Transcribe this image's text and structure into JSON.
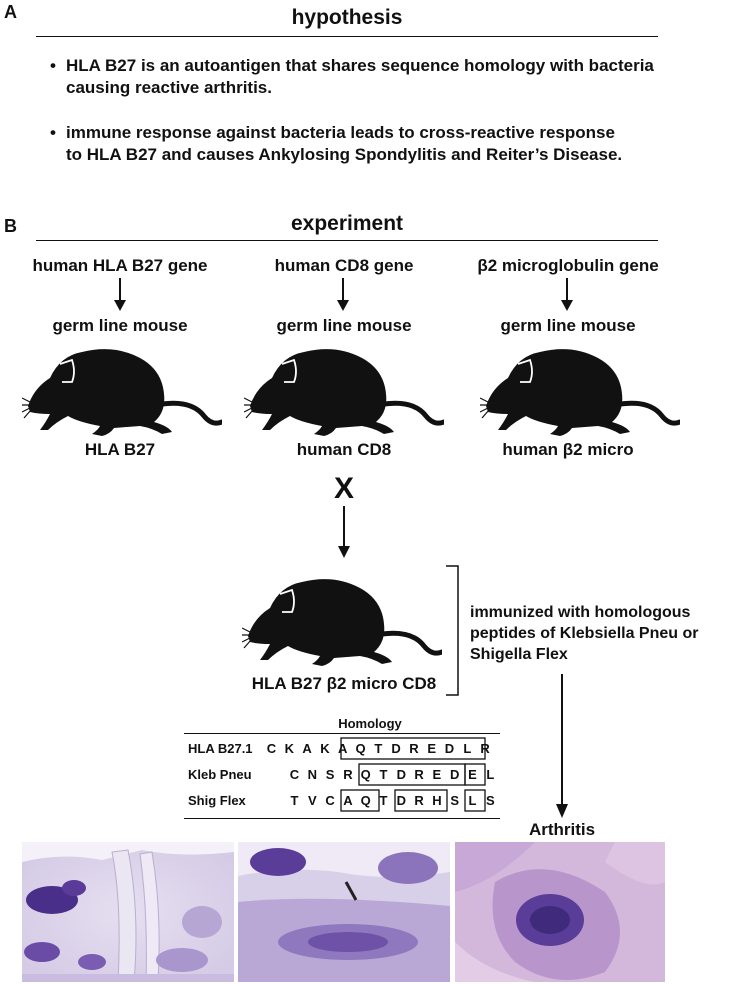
{
  "panelA": {
    "letter": "A",
    "title": "hypothesis",
    "bullets": [
      "HLA B27 is an autoantigen that shares sequence homology with bacteria causing reactive arthritis.",
      "immune response against bacteria leads to cross-reactive response to HLA B27 and causes Ankylosing Spondylitis and Reiter’s Disease."
    ]
  },
  "panelB": {
    "letter": "B",
    "title": "experiment",
    "columns": [
      {
        "gene": "human HLA B27 gene",
        "mouse": "germ line mouse",
        "result": "HLA B27"
      },
      {
        "gene": "human CD8 gene",
        "mouse": "germ line mouse",
        "result": "human CD8"
      },
      {
        "gene": "β2 microglobulin gene",
        "mouse": "germ line mouse",
        "result": "human β2 micro"
      }
    ],
    "cross_symbol": "X",
    "crossed_mouse": "HLA B27 β2 micro CD8",
    "immunized_text": "immunized with homologous peptides of Klebsiella Pneu or Shigella Flex",
    "outcome": "Arthritis"
  },
  "homology": {
    "title": "Homology",
    "rows": [
      {
        "label": "HLA B27.1",
        "residues": [
          "C",
          "K",
          "A",
          "K",
          "A",
          "Q",
          "T",
          "D",
          "R",
          "E",
          "D",
          "L",
          "R"
        ]
      },
      {
        "label": "Kleb Pneu",
        "residues": [
          "C",
          "N",
          "S",
          "R",
          "Q",
          "T",
          "D",
          "R",
          "E",
          "D",
          "E",
          "L"
        ]
      },
      {
        "label": "Shig Flex",
        "residues": [
          "T",
          "V",
          "C",
          "A",
          "Q",
          "T",
          "D",
          "R",
          "H",
          "S",
          "L",
          "S"
        ]
      }
    ]
  }
}
